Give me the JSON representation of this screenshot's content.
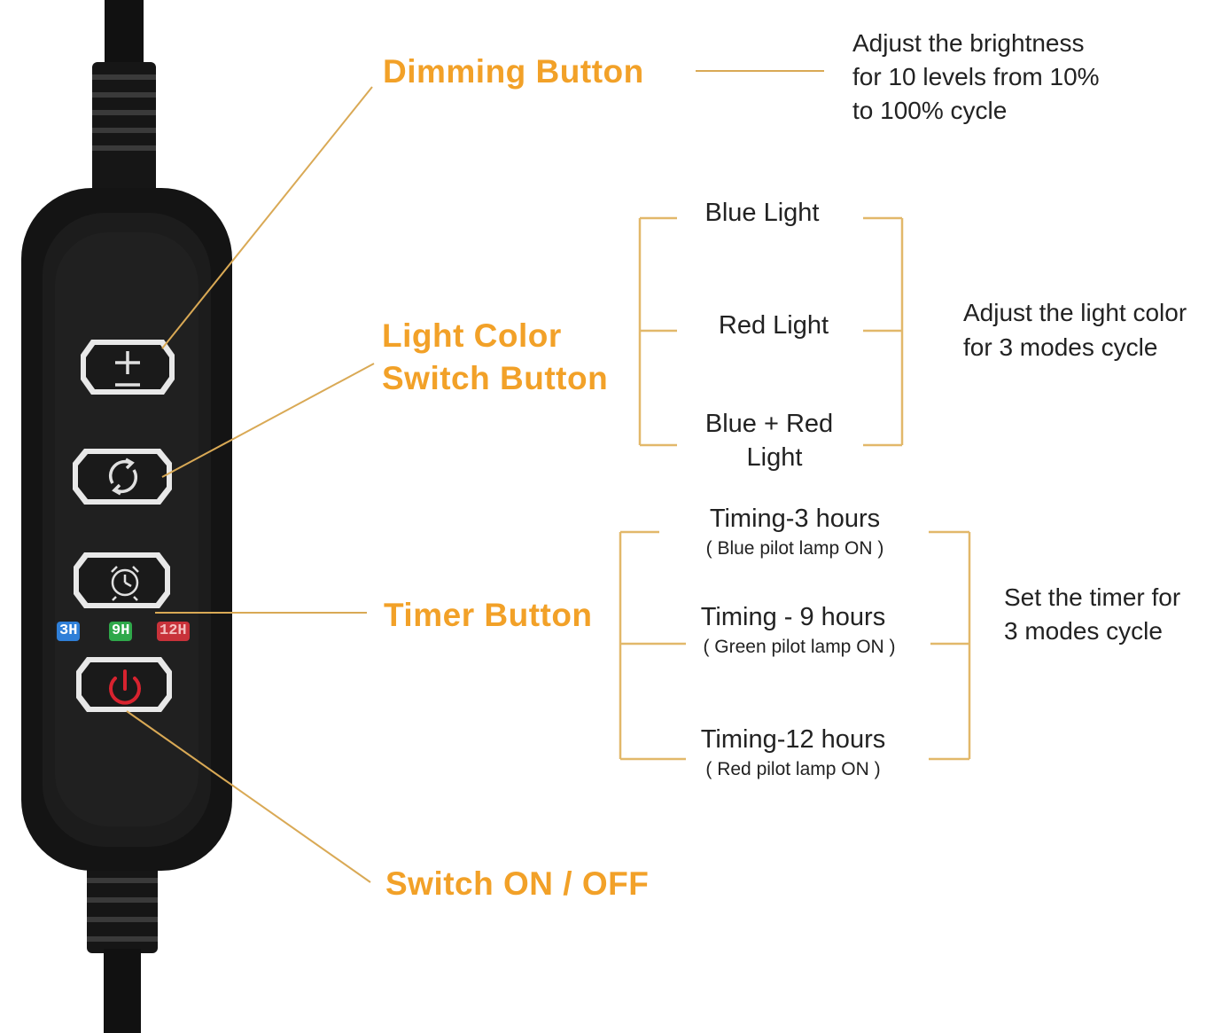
{
  "labels": {
    "dimming": "Dimming Button",
    "color_line1": "Light Color",
    "color_line2": "Switch Button",
    "timer": "Timer Button",
    "switch": "Switch ON / OFF"
  },
  "dimming_desc": {
    "line1": "Adjust the brightness",
    "line2": "for 10 levels from 10%",
    "line3": "to 100% cycle"
  },
  "color_options": {
    "blue": "Blue Light",
    "red": "Red Light",
    "both_line1": "Blue + Red",
    "both_line2": "Light"
  },
  "color_desc": {
    "line1": "Adjust the light color",
    "line2": "for 3 modes cycle"
  },
  "timer_options": [
    {
      "title": "Timing-3 hours",
      "note": "( Blue pilot lamp ON )"
    },
    {
      "title": "Timing - 9 hours",
      "note": "( Green pilot lamp ON )"
    },
    {
      "title": "Timing-12 hours",
      "note": "( Red pilot lamp ON )"
    }
  ],
  "timer_desc": {
    "line1": "Set the timer for",
    "line2": "3 modes cycle"
  },
  "indicators": [
    {
      "label": "3H",
      "color": "#2f7fd8"
    },
    {
      "label": "9H",
      "color": "#2fa84a"
    },
    {
      "label": "12H",
      "color": "#c8323a"
    }
  ],
  "icons": {
    "dimming": "plus-minus-icon",
    "color": "cycle-arrows-icon",
    "timer": "alarm-clock-icon",
    "power": "power-icon"
  },
  "colors": {
    "accent": "#f2a128",
    "line": "#d9a955",
    "bracket": "#e2b86a"
  }
}
